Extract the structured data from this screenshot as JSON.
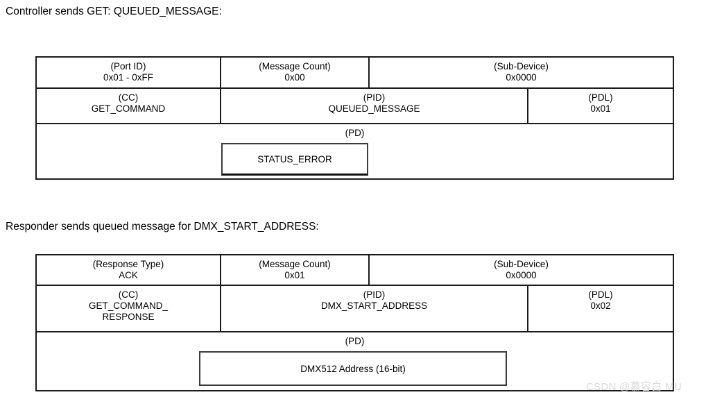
{
  "captions": {
    "first": "Controller sends GET: QUEUED_MESSAGE:",
    "second": "Responder sends queued message for DMX_START_ADDRESS:"
  },
  "tables": [
    {
      "name": "controller-get-queued-message",
      "rows": [
        {
          "cells": [
            {
              "label": "(Port ID)",
              "value": "0x01 - 0xFF"
            },
            {
              "label": "(Message Count)",
              "value": "0x00"
            },
            {
              "label": "(Sub-Device)",
              "value": "0x0000"
            }
          ]
        },
        {
          "cells": [
            {
              "label": "(CC)",
              "value": "GET_COMMAND"
            },
            {
              "label": "(PID)",
              "value": "QUEUED_MESSAGE"
            },
            {
              "label": "(PDL)",
              "value": "0x01"
            }
          ]
        }
      ],
      "pd": {
        "label": "(PD)",
        "box_text": "STATUS_ERROR"
      }
    },
    {
      "name": "responder-queued-message-response",
      "rows": [
        {
          "cells": [
            {
              "label": "(Response Type)",
              "value": "ACK"
            },
            {
              "label": "(Message Count)",
              "value": "0x01"
            },
            {
              "label": "(Sub-Device)",
              "value": "0x0000"
            }
          ]
        },
        {
          "cells": [
            {
              "label": "(CC)",
              "value": "GET_COMMAND_",
              "value2": "RESPONSE"
            },
            {
              "label": "(PID)",
              "value": "DMX_START_ADDRESS"
            },
            {
              "label": "(PDL)",
              "value": "0x02"
            }
          ]
        }
      ],
      "pd": {
        "label": "(PD)",
        "box_text": "DMX512 Address (16-bit)"
      }
    }
  ],
  "watermark": {
    "text": "CSDN @慕容白 MU",
    "color": "#d8d8d8"
  },
  "colors": {
    "border": "#1a1a1a",
    "box_border": "#3a3a3a",
    "background": "#ffffff",
    "text": "#000000"
  }
}
